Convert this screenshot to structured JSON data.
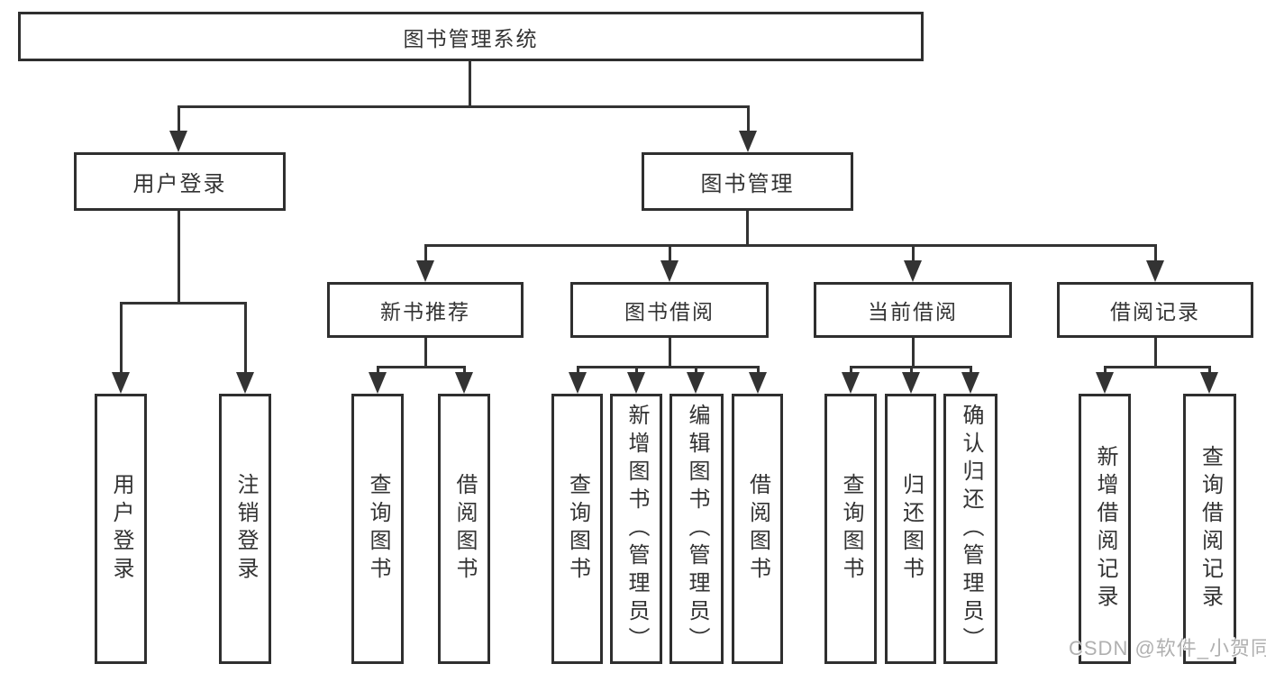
{
  "tree": {
    "label": "图书管理系统",
    "children": [
      {
        "label": "用户登录",
        "children": [
          {
            "label": "用户登录"
          },
          {
            "label": "注销登录"
          }
        ]
      },
      {
        "label": "图书管理",
        "children": [
          {
            "label": "新书推荐",
            "children": [
              {
                "label": "查询图书"
              },
              {
                "label": "借阅图书"
              }
            ]
          },
          {
            "label": "图书借阅",
            "children": [
              {
                "label": "查询图书"
              },
              {
                "label": "新增图书（管理员）"
              },
              {
                "label": "编辑图书（管理员）"
              },
              {
                "label": "借阅图书"
              }
            ]
          },
          {
            "label": "当前借阅",
            "children": [
              {
                "label": "查询图书"
              },
              {
                "label": "归还图书"
              },
              {
                "label": "确认归还（管理员）"
              }
            ]
          },
          {
            "label": "借阅记录",
            "children": [
              {
                "label": "新增借阅记录"
              },
              {
                "label": "查询借阅记录"
              }
            ]
          }
        ]
      }
    ]
  },
  "watermark": {
    "text": "CSDN @软件_小贺同学"
  },
  "colors": {
    "line": "#333333",
    "box_border": "#2f2f2f",
    "text": "#333333",
    "watermark": "#b0b0b0",
    "background": "#ffffff"
  }
}
